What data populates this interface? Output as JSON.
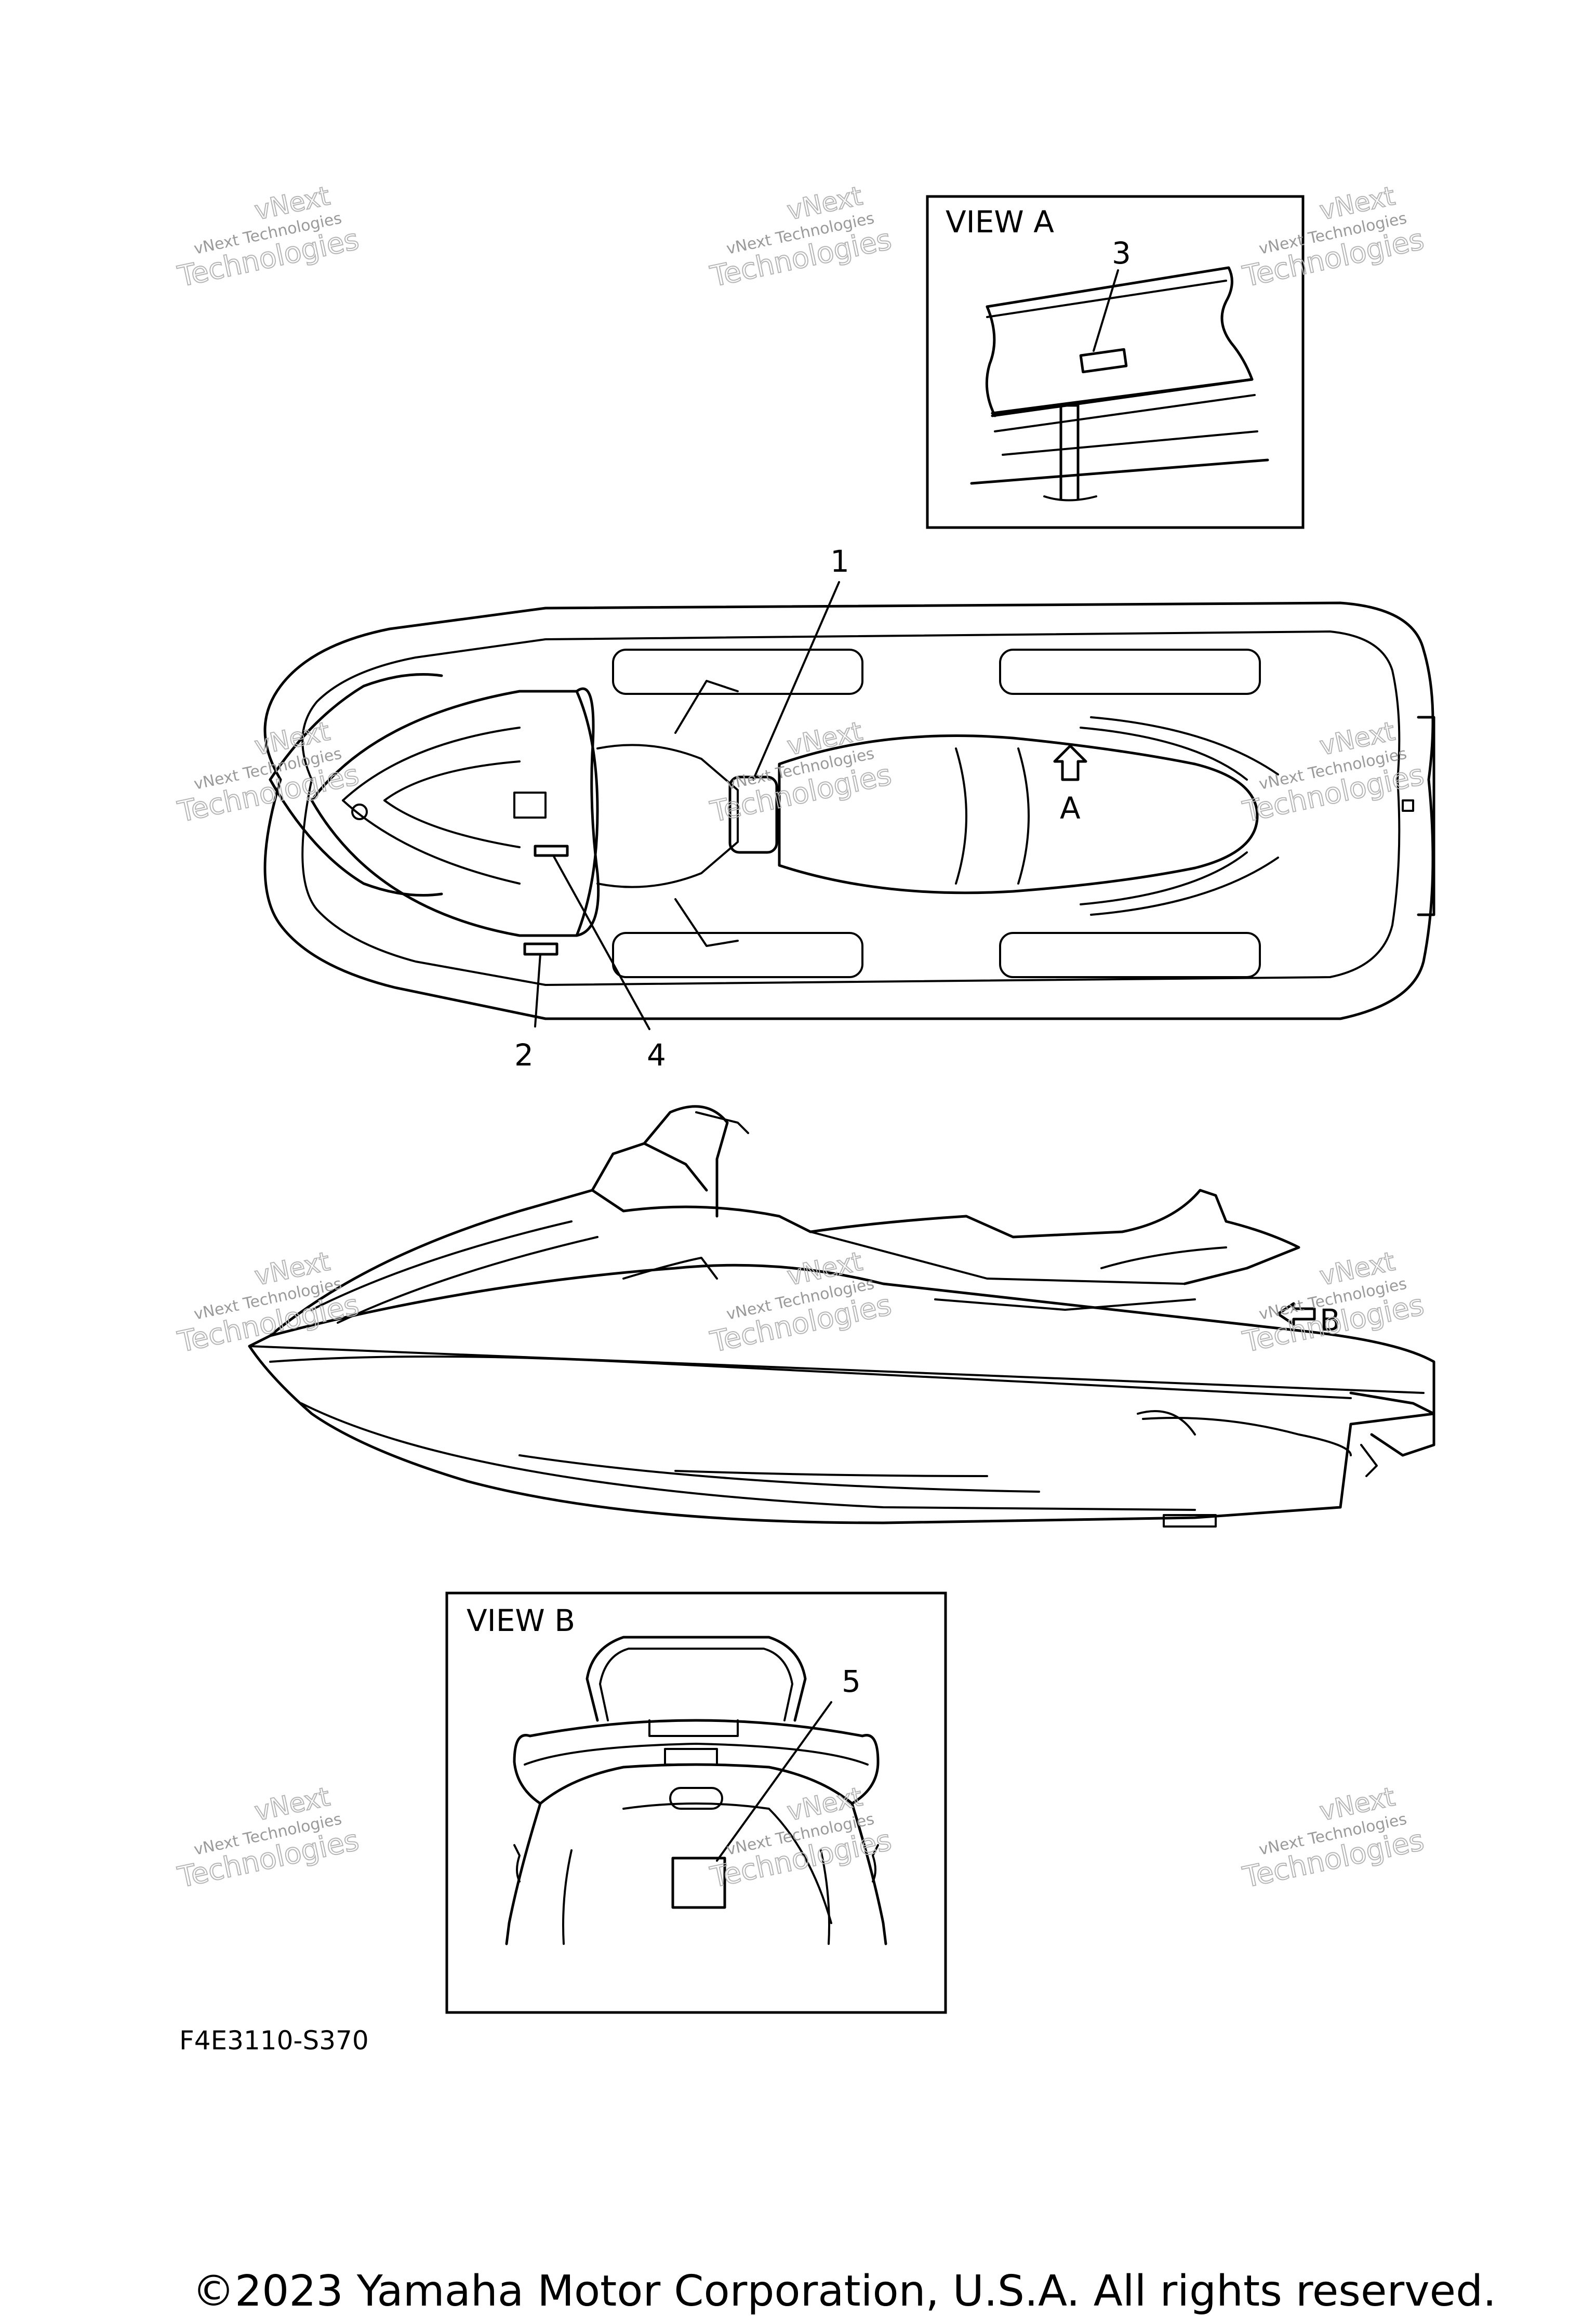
{
  "views": {
    "view_a": {
      "title": "VIEW A",
      "callout": "3"
    },
    "view_b": {
      "title": "VIEW B",
      "callout": "5"
    }
  },
  "top_view": {
    "callouts": [
      "1",
      "2",
      "4"
    ],
    "view_arrow_label": "A"
  },
  "side_view": {
    "view_arrow_label": "B"
  },
  "diagram_code": "F4E3110-S370",
  "copyright": "©2023 Yamaha Motor Corporation, U.S.A. All rights reserved.",
  "watermark": {
    "line1": "vNext",
    "line2": "vNext Technologies",
    "line3": "Technologies"
  }
}
